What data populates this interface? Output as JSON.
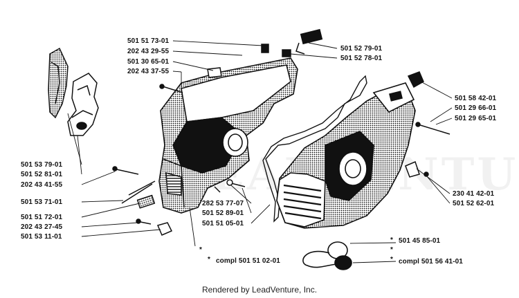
{
  "watermark": "LEADVENTURE",
  "footer": "Rendered by LeadVenture, Inc.",
  "labels": {
    "p_501517301": "501 51 73-01",
    "p_202432955": "202 43 29-55",
    "p_501306501": "501 30 65-01",
    "p_202433755": "202 43 37-55",
    "p_501527901": "501 52 79-01",
    "p_501527801": "501 52 78-01",
    "p_501584201": "501 58 42-01",
    "p_501296601": "501 29 66-01",
    "p_501296501": "501 29 65-01",
    "p_501537901": "501 53 79-01",
    "p_501528101": "501 52 81-01",
    "p_202434155": "202 43 41-55",
    "p_501537101": "501 53 71-01",
    "p_501517201": "501 51 72-01",
    "p_202432745": "202 43 27-45",
    "p_501531101": "501 53 11-01",
    "p_282537707": "282 53 77-07",
    "p_501528901": "501 52 89-01",
    "p_501510501": "501 51 05-01",
    "p_230414201": "230 41 42-01",
    "p_501526201": "501 52 62-01",
    "p_501458501": "501 45 85-01",
    "compl_501510201": "compl 501 51 02-01",
    "compl_501564101": "compl 501 56 41-01",
    "asterisk": "*"
  }
}
